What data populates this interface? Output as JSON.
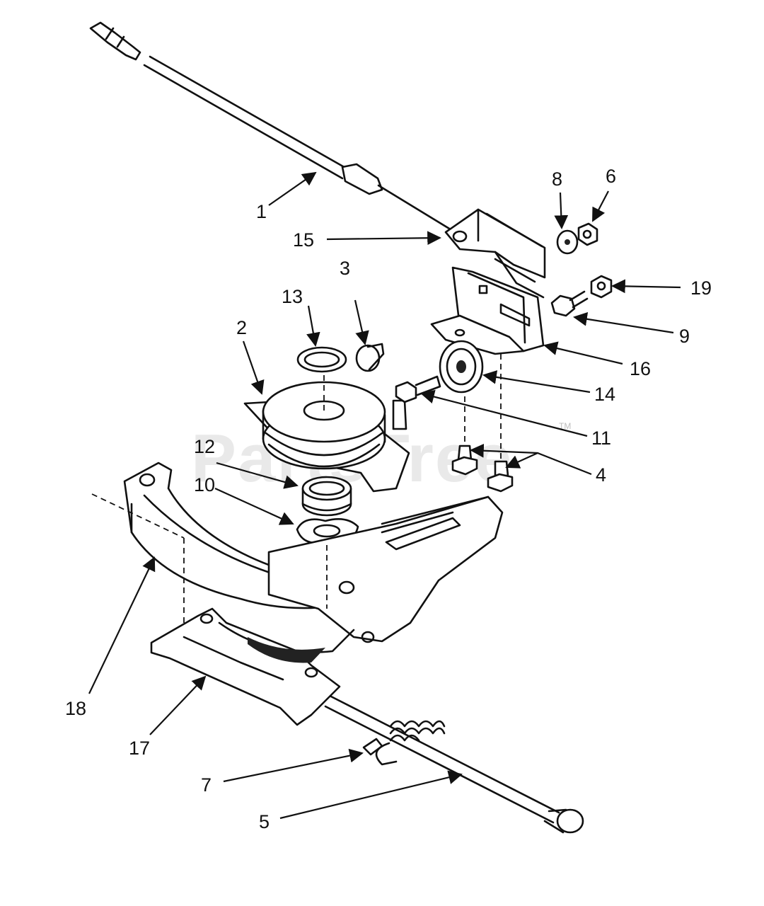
{
  "watermark": "PartsTree",
  "watermark_tm": "TM",
  "callouts": [
    "1",
    "2",
    "3",
    "4",
    "5",
    "6",
    "7",
    "8",
    "9",
    "10",
    "11",
    "12",
    "13",
    "14",
    "15",
    "16",
    "17",
    "18",
    "19"
  ]
}
